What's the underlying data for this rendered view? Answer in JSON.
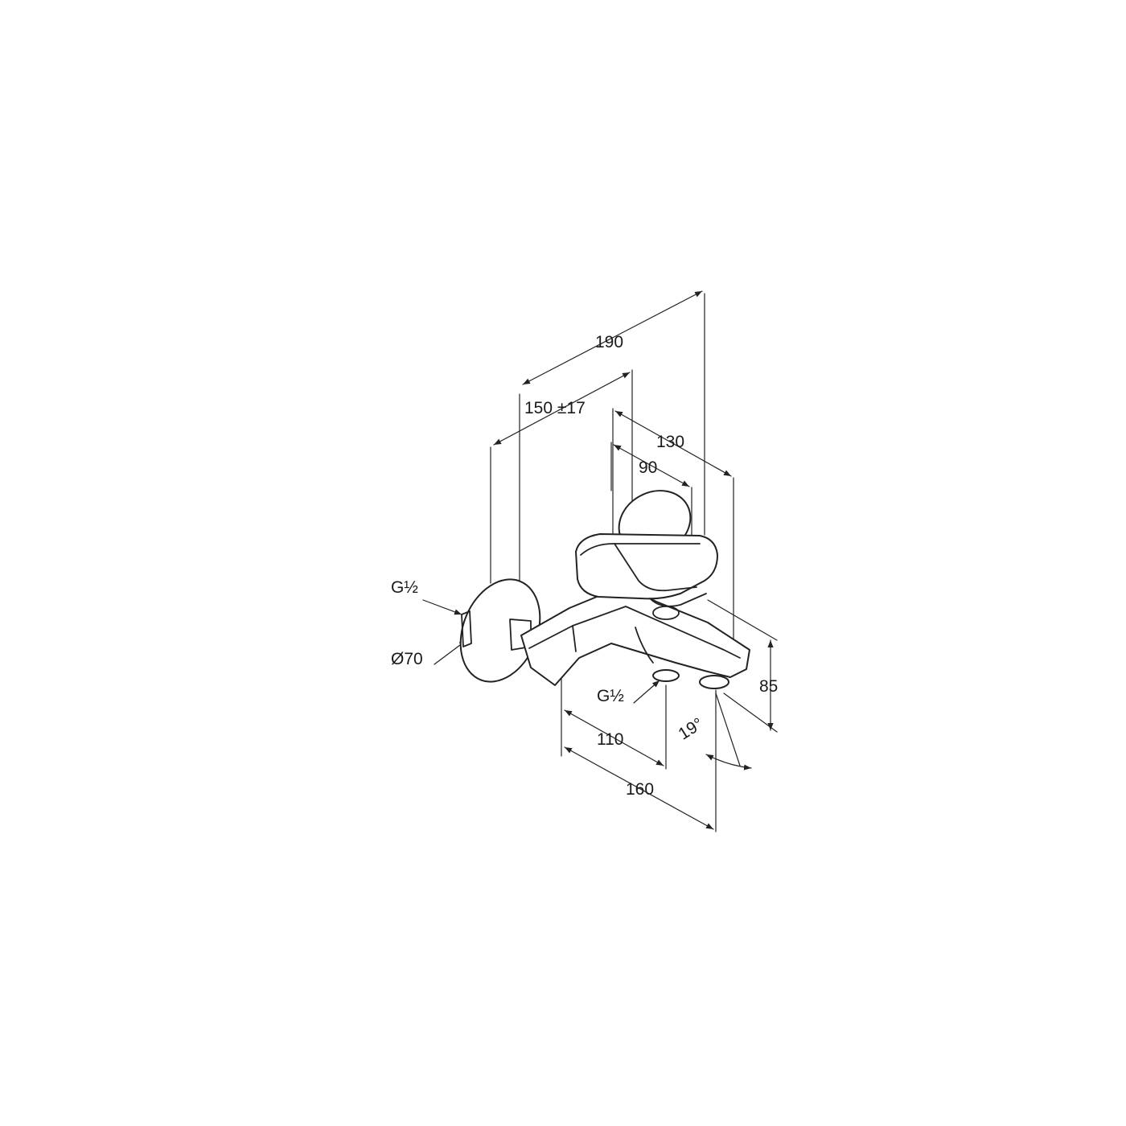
{
  "diagram": {
    "ink_color": "#222222",
    "dimensions": {
      "overall_projection": "190",
      "wall_center_spacing": "150 ±17",
      "spout_reach": "130",
      "handle_reach": "90",
      "height": "85",
      "outlet_offset": "110",
      "spout_depth": "160",
      "spout_angle": "19°"
    },
    "connections": {
      "inlet_thread": "G½",
      "outlet_thread": "G½",
      "rosette_diameter": "Ø70"
    }
  }
}
